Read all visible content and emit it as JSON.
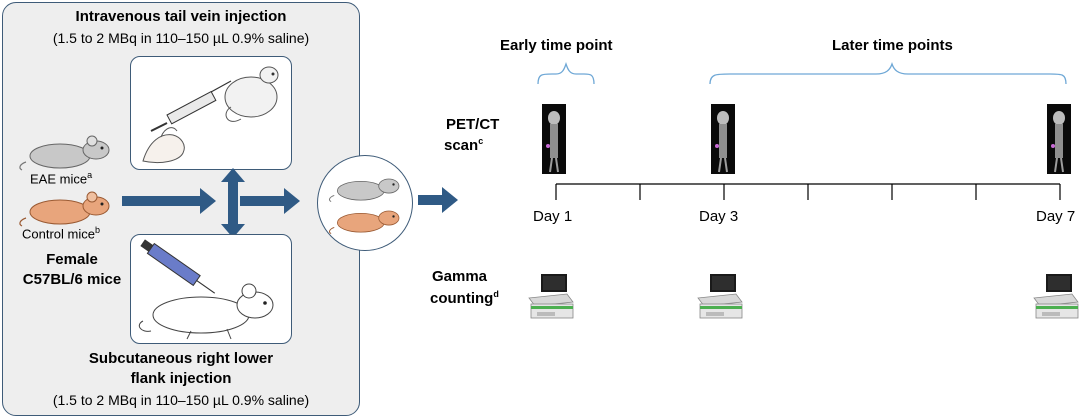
{
  "left_panel": {
    "iv_title": "Intravenous tail vein injection",
    "iv_dose": "(1.5 to 2 MBq in 110–150 µL 0.9% saline)",
    "eae_label": "EAE mice",
    "eae_sup": "a",
    "control_label": "Control mice",
    "control_sup": "b",
    "strain_line1": "Female",
    "strain_line2": "C57BL/6 mice",
    "sc_title_line1": "Subcutaneous right lower",
    "sc_title_line2": "flank injection",
    "sc_dose": "(1.5 to 2 MBq in 110–150 µL 0.9% saline)"
  },
  "timeline": {
    "early_label": "Early time point",
    "later_label": "Later time points",
    "pet_line1": "PET/CT",
    "pet_line2": "scan",
    "pet_sup": "c",
    "gamma_line1": "Gamma",
    "gamma_line2": "counting",
    "gamma_sup": "d",
    "days": [
      "Day 1",
      "Day 3",
      "Day 7"
    ]
  },
  "colors": {
    "arrow": "#2f5a85",
    "bracket": "#6fa8d6",
    "panel_border": "#3e5b78",
    "grey_mouse": "#c8c8c8",
    "orange_mouse": "#e8a57c"
  }
}
